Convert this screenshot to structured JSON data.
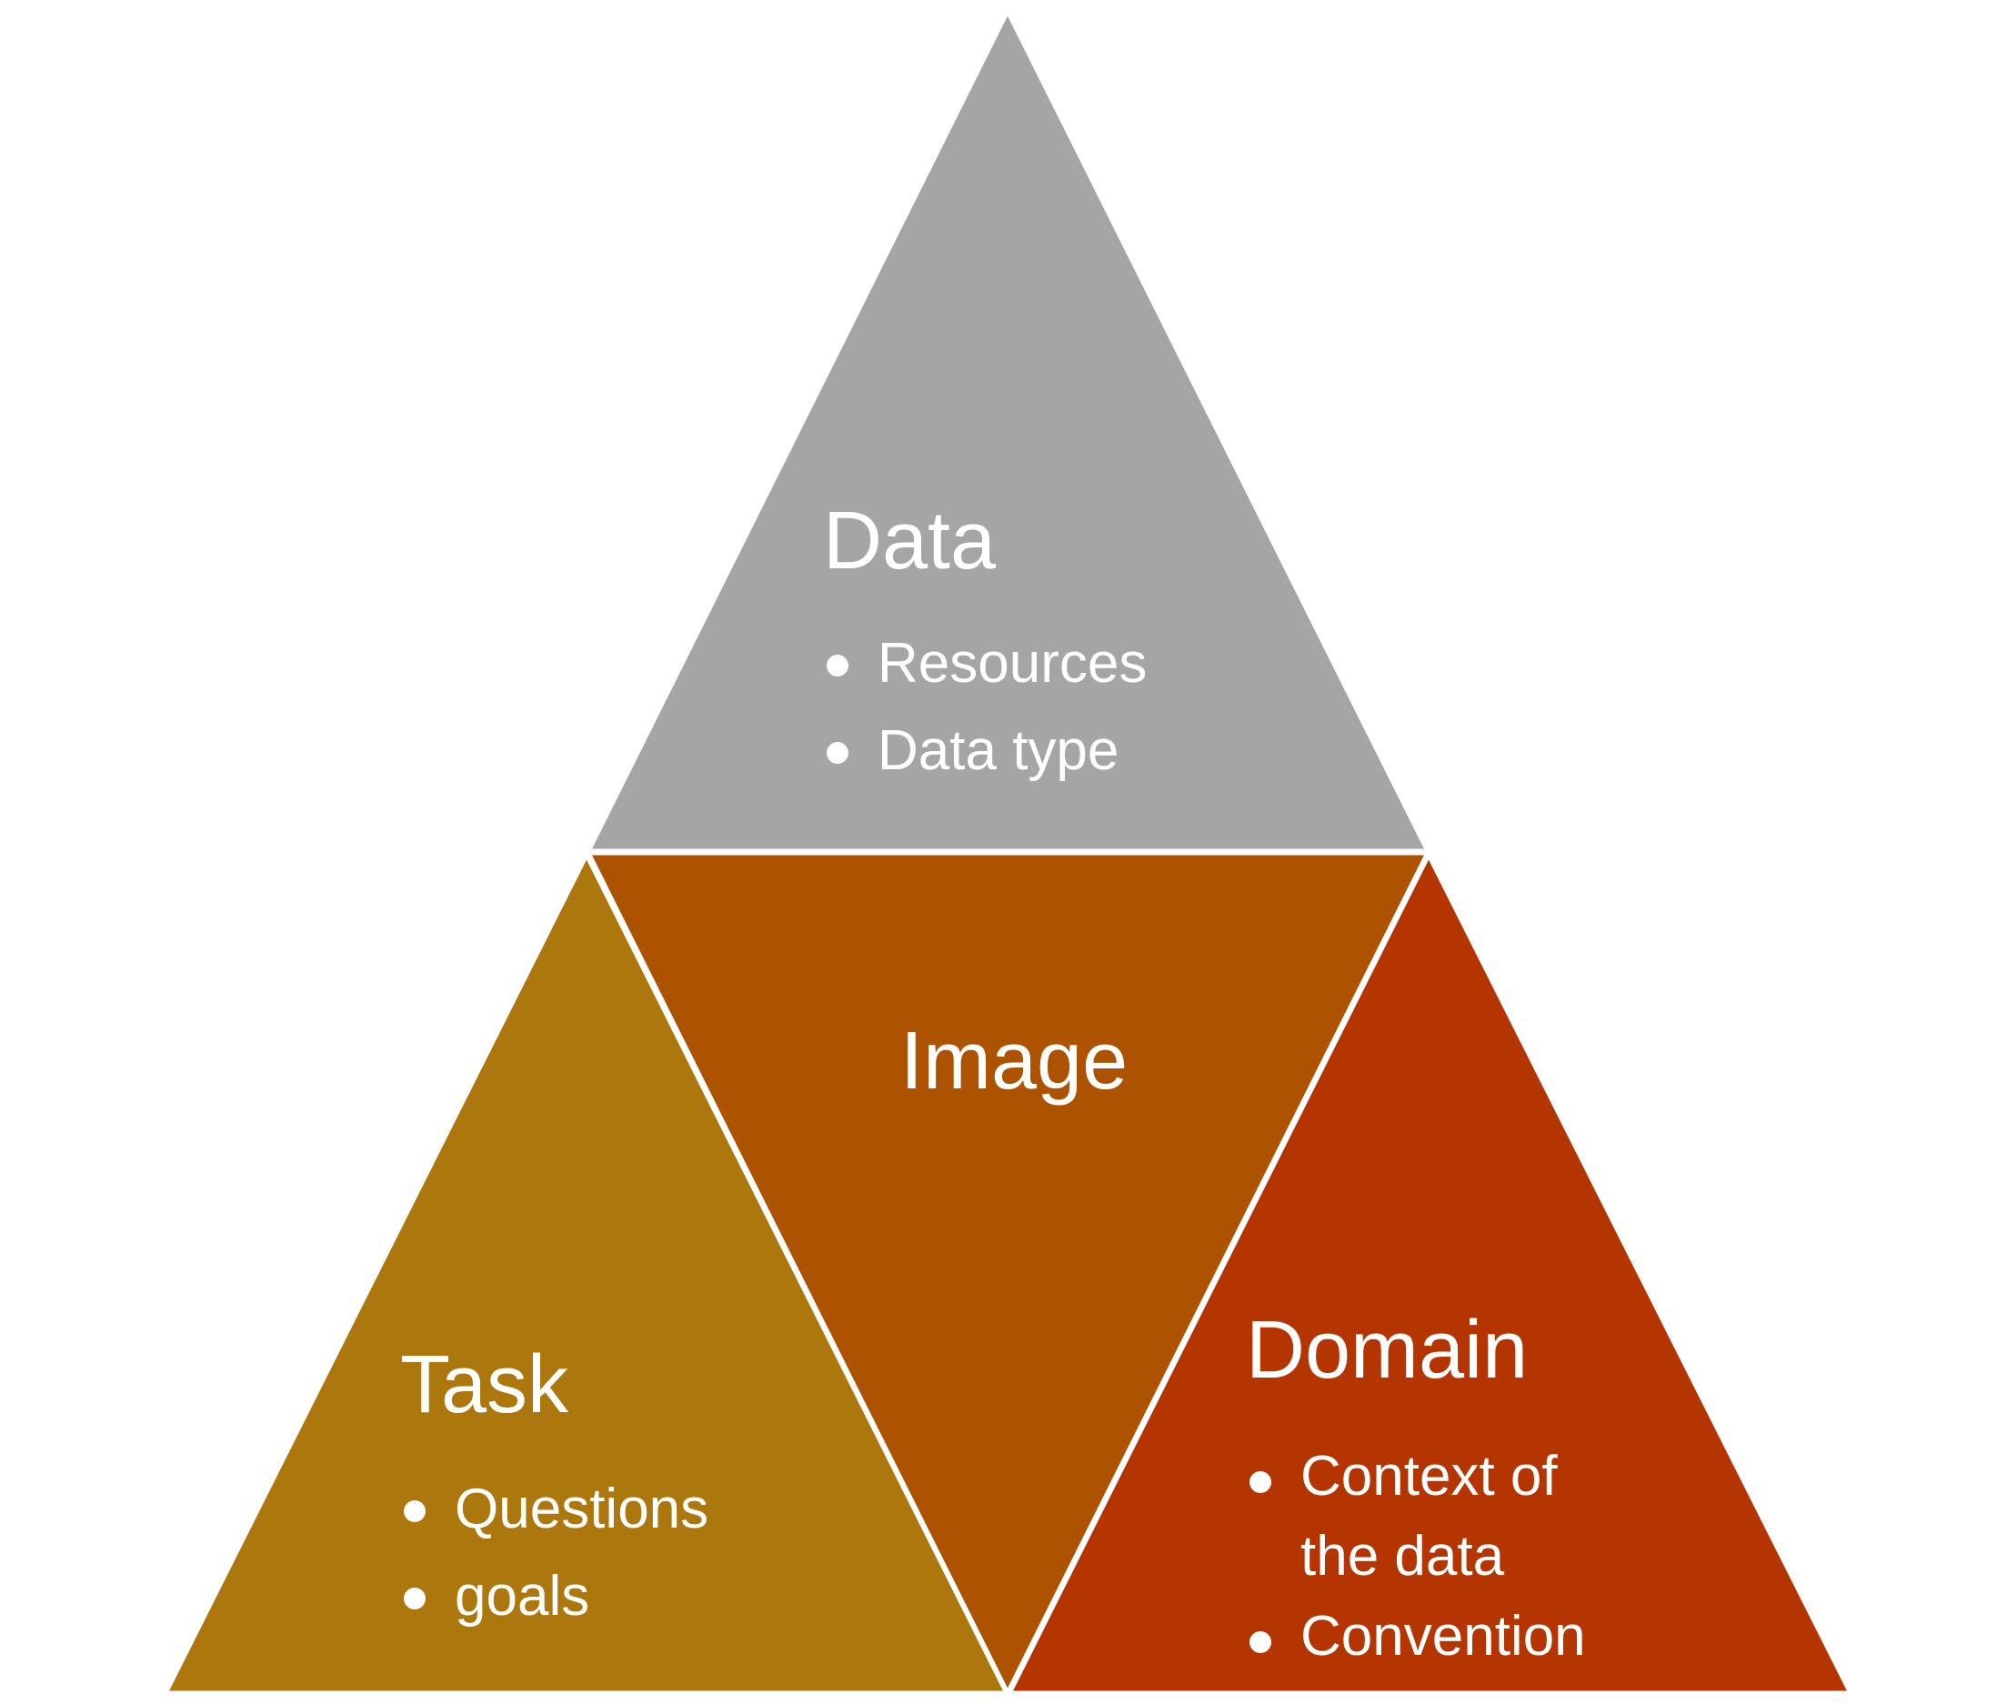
{
  "colors": {
    "data": "#A5A5A5",
    "image": "#AD5300",
    "task": "#AC780E",
    "domain": "#B43500",
    "divider": "#FFFFFF"
  },
  "data_section": {
    "title": "Data",
    "items": [
      "Resources",
      "Data type"
    ]
  },
  "image_section": {
    "title": "Image"
  },
  "task_section": {
    "title": "Task",
    "items": [
      "Questions",
      "goals"
    ]
  },
  "domain_section": {
    "title": "Domain",
    "items": [
      "Context of the data",
      "Convention"
    ]
  }
}
